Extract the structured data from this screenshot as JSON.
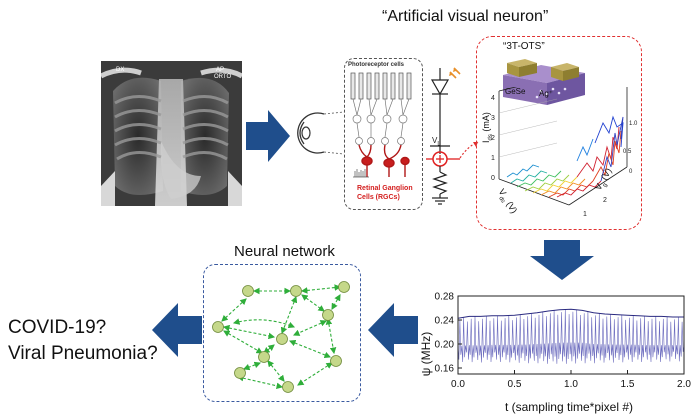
{
  "header": {
    "title": "“Artificial visual neuron”"
  },
  "xray": {
    "label_left": "DX",
    "label_right_1": "AP",
    "label_right_2": "ORTO"
  },
  "retina": {
    "photoreceptor_label": "Photoreceptor cells",
    "rgc_label_1": "Retinal Ganglion",
    "rgc_label_2": "Cells (RGCs)"
  },
  "circuit": {
    "v_label": "V",
    "v_sub": "L"
  },
  "device": {
    "title": "“3T-OTS”",
    "layer_1": "GeSe",
    "layer_2": "Ag⁺",
    "z_axis": "I",
    "z_sub": "ds",
    "z_unit": "(mA)",
    "x_axis": "V",
    "x_sub": "ds",
    "x_unit": "(V)",
    "y_axis": "V",
    "y_sub": "g",
    "y_unit": "(V)",
    "z_ticks": [
      "4",
      "3",
      "2",
      "1",
      "0"
    ],
    "x_ticks": [
      "1",
      "2"
    ],
    "y_ticks": [
      "0",
      "0.5",
      "1.0"
    ],
    "x_ticks_front": [
      "0",
      "1",
      "2"
    ]
  },
  "network": {
    "title": "Neural network"
  },
  "output": {
    "line1": "COVID-19?",
    "line2": "Viral Pneumonia?"
  },
  "colors": {
    "arrow": "#1f4e8c",
    "dashed_red": "#e03030",
    "node_fill": "#c5d88a",
    "edge": "#2fae3a",
    "trace": "#3a3aa8",
    "nn_border": "#3a5aa0"
  },
  "chart_data": {
    "type": "line",
    "title": "",
    "xlabel": "t (sampling time*pixel #)",
    "ylabel": "ψ (MHz)",
    "xlim": [
      0.0,
      2.0
    ],
    "ylim": [
      0.15,
      0.28
    ],
    "x_ticks": [
      "0.0",
      "0.5",
      "1.0",
      "1.5",
      "2.0"
    ],
    "y_ticks": [
      "0.16",
      "0.20",
      "0.24",
      "0.28"
    ],
    "series": [
      {
        "x": [
          0.0,
          0.1,
          0.2,
          0.3,
          0.4,
          0.5,
          0.6,
          0.7,
          0.8,
          0.9,
          1.0,
          1.1,
          1.2,
          1.3,
          1.4,
          1.5,
          1.6,
          1.7,
          1.8,
          1.9,
          2.0
        ],
        "upper": [
          0.243,
          0.246,
          0.246,
          0.247,
          0.247,
          0.248,
          0.25,
          0.252,
          0.255,
          0.257,
          0.258,
          0.256,
          0.252,
          0.25,
          0.249,
          0.248,
          0.247,
          0.246,
          0.246,
          0.245,
          0.245
        ],
        "lower": [
          0.17,
          0.17,
          0.169,
          0.17,
          0.17,
          0.169,
          0.168,
          0.168,
          0.167,
          0.167,
          0.167,
          0.168,
          0.168,
          0.169,
          0.169,
          0.17,
          0.17,
          0.17,
          0.17,
          0.171,
          0.171
        ]
      }
    ]
  }
}
